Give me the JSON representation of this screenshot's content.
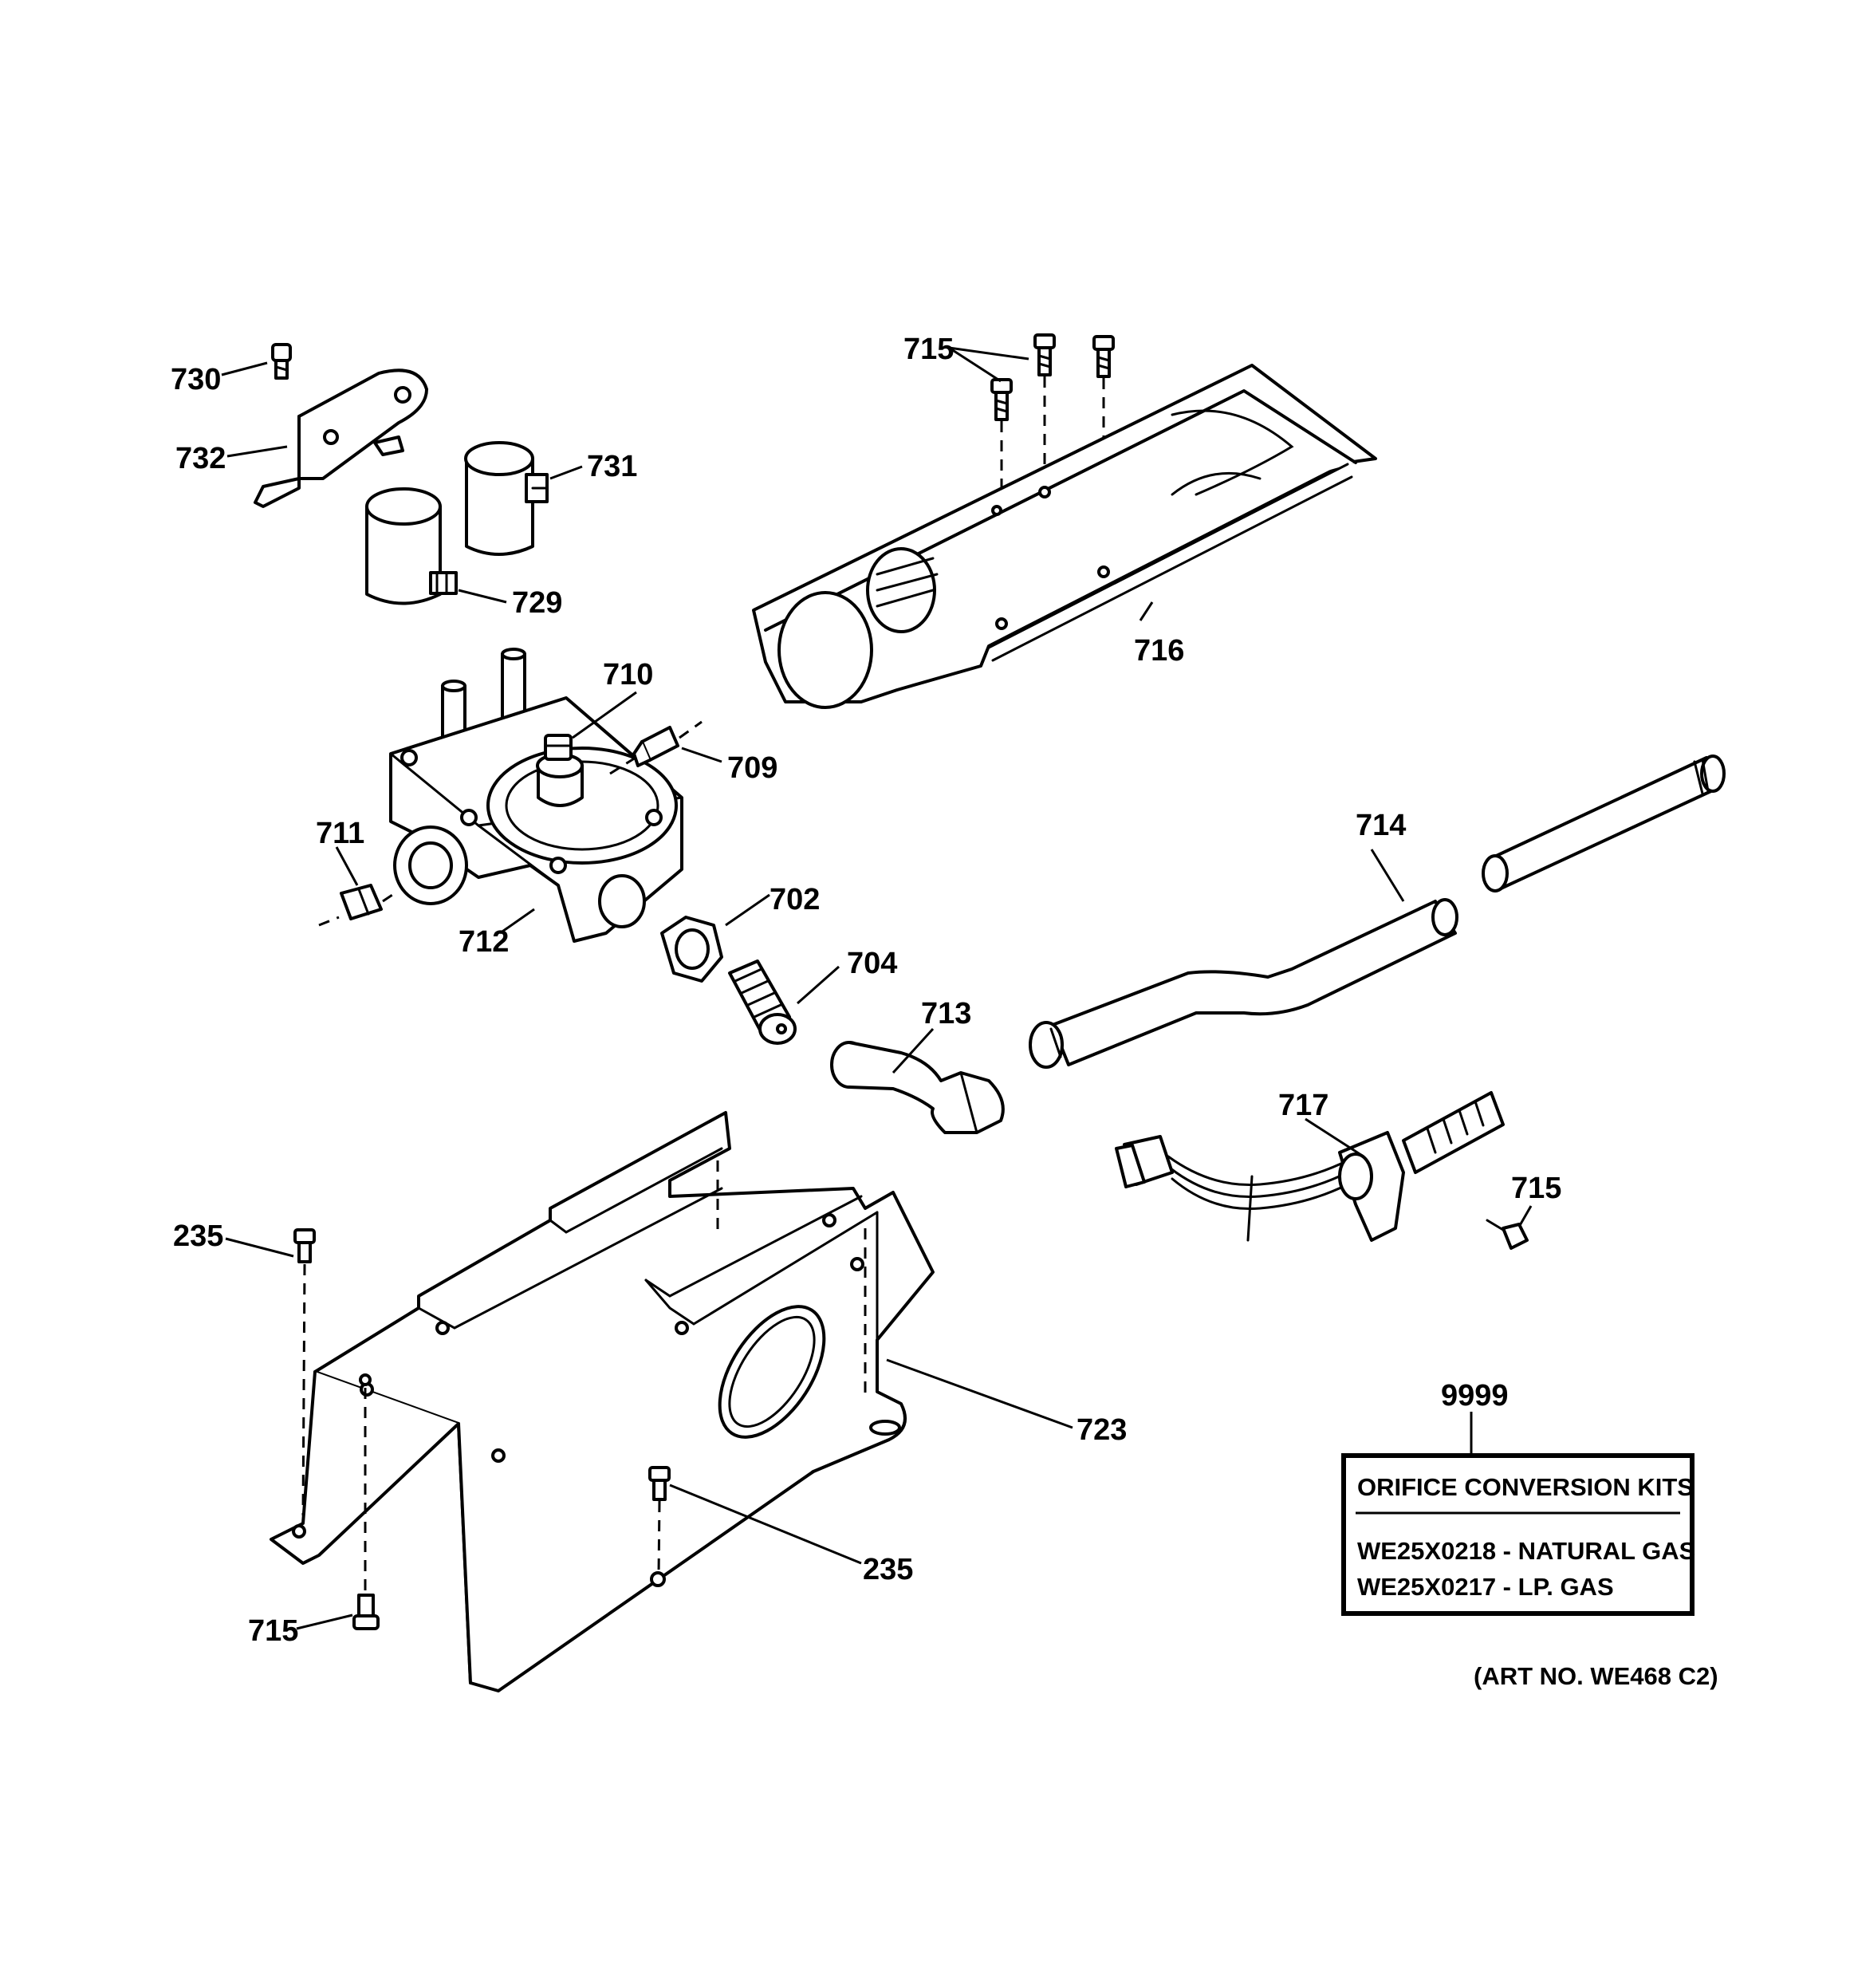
{
  "callouts": {
    "c730": "730",
    "c732": "732",
    "c731": "731",
    "c729": "729",
    "c715_top": "715",
    "c716": "716",
    "c710": "710",
    "c709": "709",
    "c711": "711",
    "c712": "712",
    "c702": "702",
    "c704": "704",
    "c713": "713",
    "c714": "714",
    "c717": "717",
    "c715_right": "715",
    "c235_left": "235",
    "c723": "723",
    "c235_center": "235",
    "c715_bottom": "715",
    "c9999": "9999"
  },
  "kit_box": {
    "title": "ORIFICE CONVERSION KITS",
    "line1": "WE25X0218 - NATURAL GAS",
    "line2": "WE25X0217 - LP. GAS"
  },
  "art_number": "(ART NO. WE468 C2)"
}
